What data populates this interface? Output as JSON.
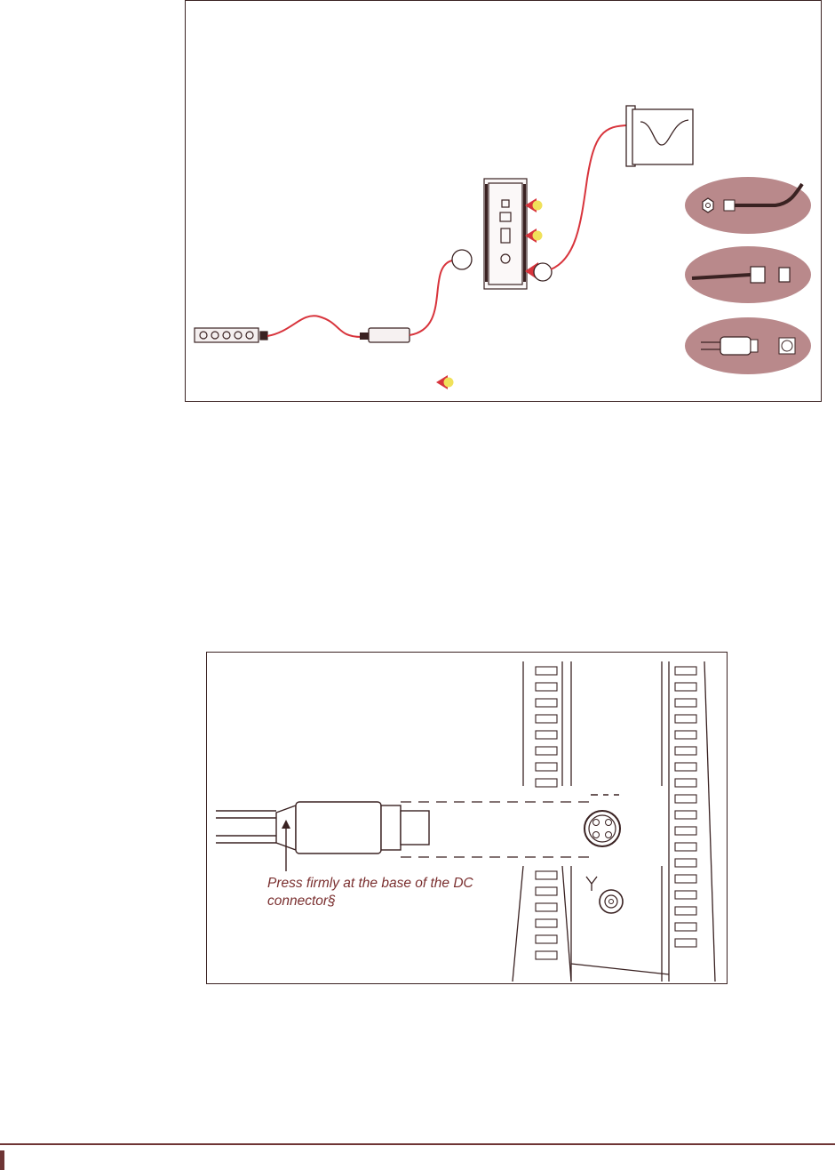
{
  "figures": {
    "setup_diagram": {
      "components": [
        "power-strip",
        "power-adapter",
        "device-back-panel",
        "telephone-wall-jack",
        "coax-connector-inset",
        "phone-line-inset",
        "dc-connector-inset"
      ]
    },
    "dc_connector_detail": {
      "caption": "Press firmly at the base of the DC connector§"
    }
  },
  "colors": {
    "cable": "#d8343c",
    "outline": "#3a2222",
    "marker_fill": "#f0e15a",
    "inset_fill": "#b9898b",
    "rule": "#6e3535"
  }
}
